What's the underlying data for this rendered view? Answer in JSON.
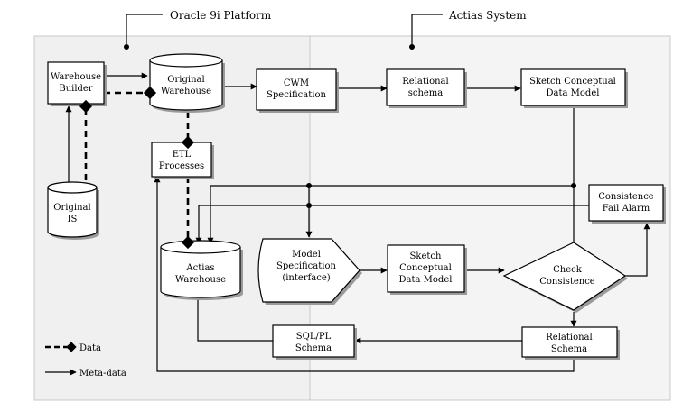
{
  "regions": {
    "oracle": {
      "title": "Oracle 9i Platform"
    },
    "actias": {
      "title": "Actias System"
    }
  },
  "nodes": {
    "warehouse_builder": [
      "Warehouse",
      "Builder"
    ],
    "original_warehouse": [
      "Original",
      "Warehouse"
    ],
    "cwm_specification": [
      "CWM",
      "Specification"
    ],
    "relational_schema_top": [
      "Relational",
      "schema"
    ],
    "sketch_cdm_top": [
      "Sketch Conceptual",
      "Data Model"
    ],
    "etl_processes": [
      "ETL",
      "Processes"
    ],
    "original_is": [
      "Original",
      "IS"
    ],
    "consistence_fail_alarm": [
      "Consistence",
      "Fail Alarm"
    ],
    "actias_warehouse": [
      "Actias",
      "Warehouse"
    ],
    "model_specification": [
      "Model",
      "Specification",
      "(interface)"
    ],
    "sketch_cdm_mid": [
      "Sketch",
      "Conceptual",
      "Data Model"
    ],
    "check_consistence": [
      "Check",
      "Consistence"
    ],
    "relational_schema_bottom": [
      "Relational",
      "Schema"
    ],
    "sql_pl_schema": [
      "SQL/PL",
      "Schema"
    ]
  },
  "legend": {
    "data_label": "Data",
    "metadata_label": "Meta-data"
  }
}
